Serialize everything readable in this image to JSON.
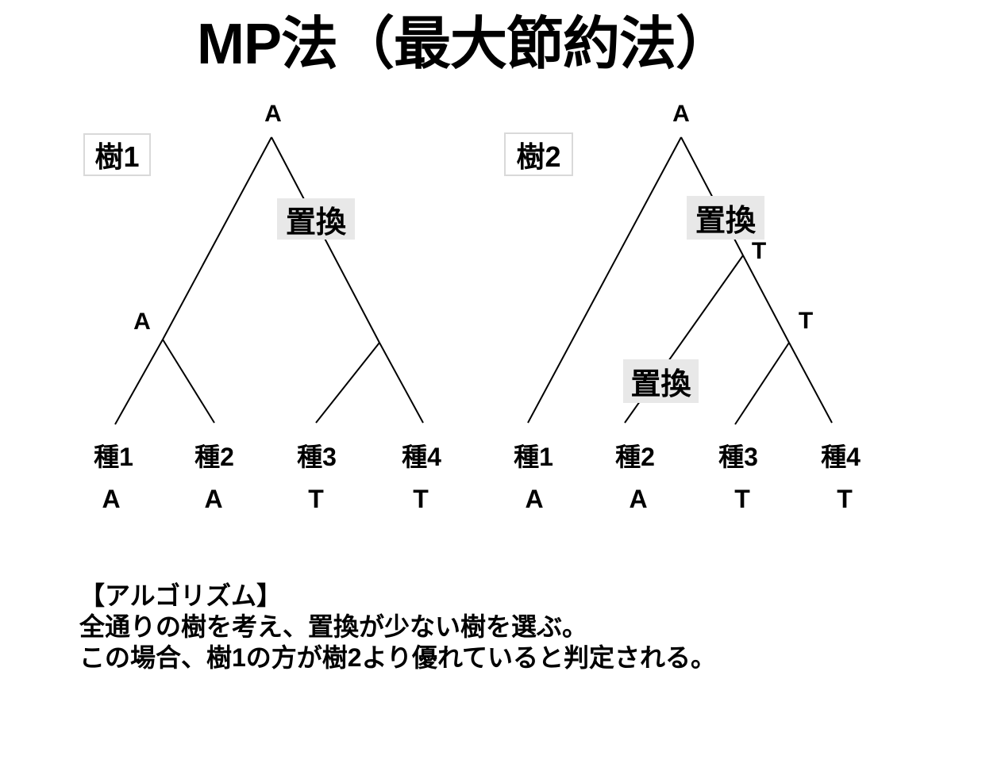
{
  "title": "MP法（最大節約法）",
  "tree1": {
    "label": "樹1",
    "root_state": "A",
    "internal_state": "A",
    "substitutions": [
      "置換"
    ],
    "leaves": [
      {
        "name": "種1",
        "base": "A"
      },
      {
        "name": "種2",
        "base": "A"
      },
      {
        "name": "種3",
        "base": "T"
      },
      {
        "name": "種4",
        "base": "T"
      }
    ]
  },
  "tree2": {
    "label": "樹2",
    "root_state": "A",
    "internal_states": [
      "T",
      "T"
    ],
    "substitutions": [
      "置換",
      "置換"
    ],
    "leaves": [
      {
        "name": "種1",
        "base": "A"
      },
      {
        "name": "種2",
        "base": "A"
      },
      {
        "name": "種3",
        "base": "T"
      },
      {
        "name": "種4",
        "base": "T"
      }
    ]
  },
  "algorithm": {
    "heading": "【アルゴリズム】",
    "lines": [
      "全通りの樹を考え、置換が少ない樹を選ぶ。",
      "この場合、樹1の方が樹2より優れていると判定される。"
    ]
  },
  "colors": {
    "background": "#ffffff",
    "line": "#000000",
    "substitution_box_bg": "#e8e8e8",
    "tree_label_border": "#d9d9d9",
    "text": "#000000"
  }
}
